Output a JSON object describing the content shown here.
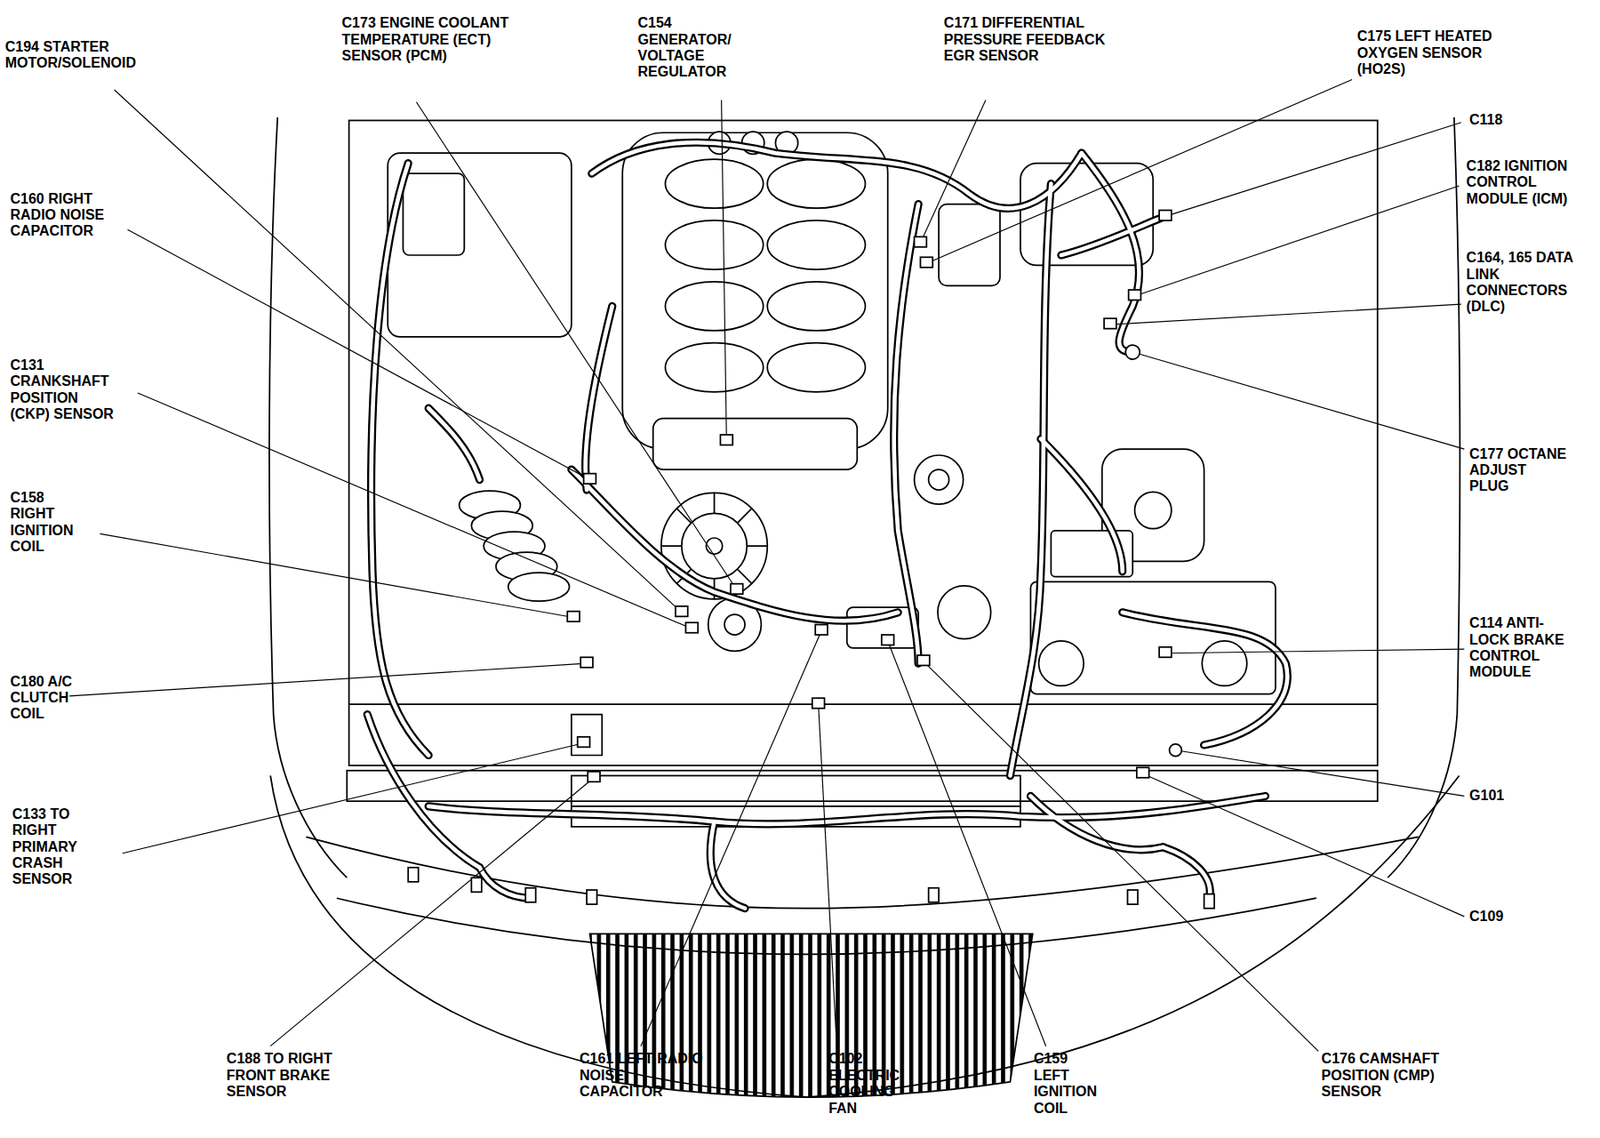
{
  "diagram": {
    "labels": [
      "C194 STARTER MOTOR/SOLENOID",
      "C173 ENGINE COOLANT TEMPERATURE (ECT) SENSOR (PCM)",
      "C154 GENERATOR/ VOLTAGE REGULATOR",
      "C171 DIFFERENTIAL PRESSURE FEEDBACK EGR SENSOR",
      "C175 LEFT HEATED OXYGEN SENSOR (HO2S)",
      "C118",
      "C160 RIGHT RADIO NOISE CAPACITOR",
      "C182 IGNITION CONTROL MODULE (ICM)",
      "C164, 165 DATA LINK CONNECTORS (DLC)",
      "C131 CRANKSHAFT POSITION (CKP) SENSOR",
      "C158 RIGHT IGNITION COIL",
      "C177 OCTANE ADJUST PLUG",
      "C114 ANTI-LOCK BRAKE CONTROL MODULE",
      "C180 A/C CLUTCH COIL",
      "G101",
      "C133 TO RIGHT PRIMARY CRASH SENSOR",
      "C109",
      "C188 TO RIGHT FRONT BRAKE SENSOR",
      "C161 LEFT RADIO NOISE CAPACITOR",
      "C102 ELECTRIC COOLING FAN",
      "C159 LEFT IGNITION COIL",
      "C176 CAMSHAFT POSITION (CMP) SENSOR"
    ]
  }
}
